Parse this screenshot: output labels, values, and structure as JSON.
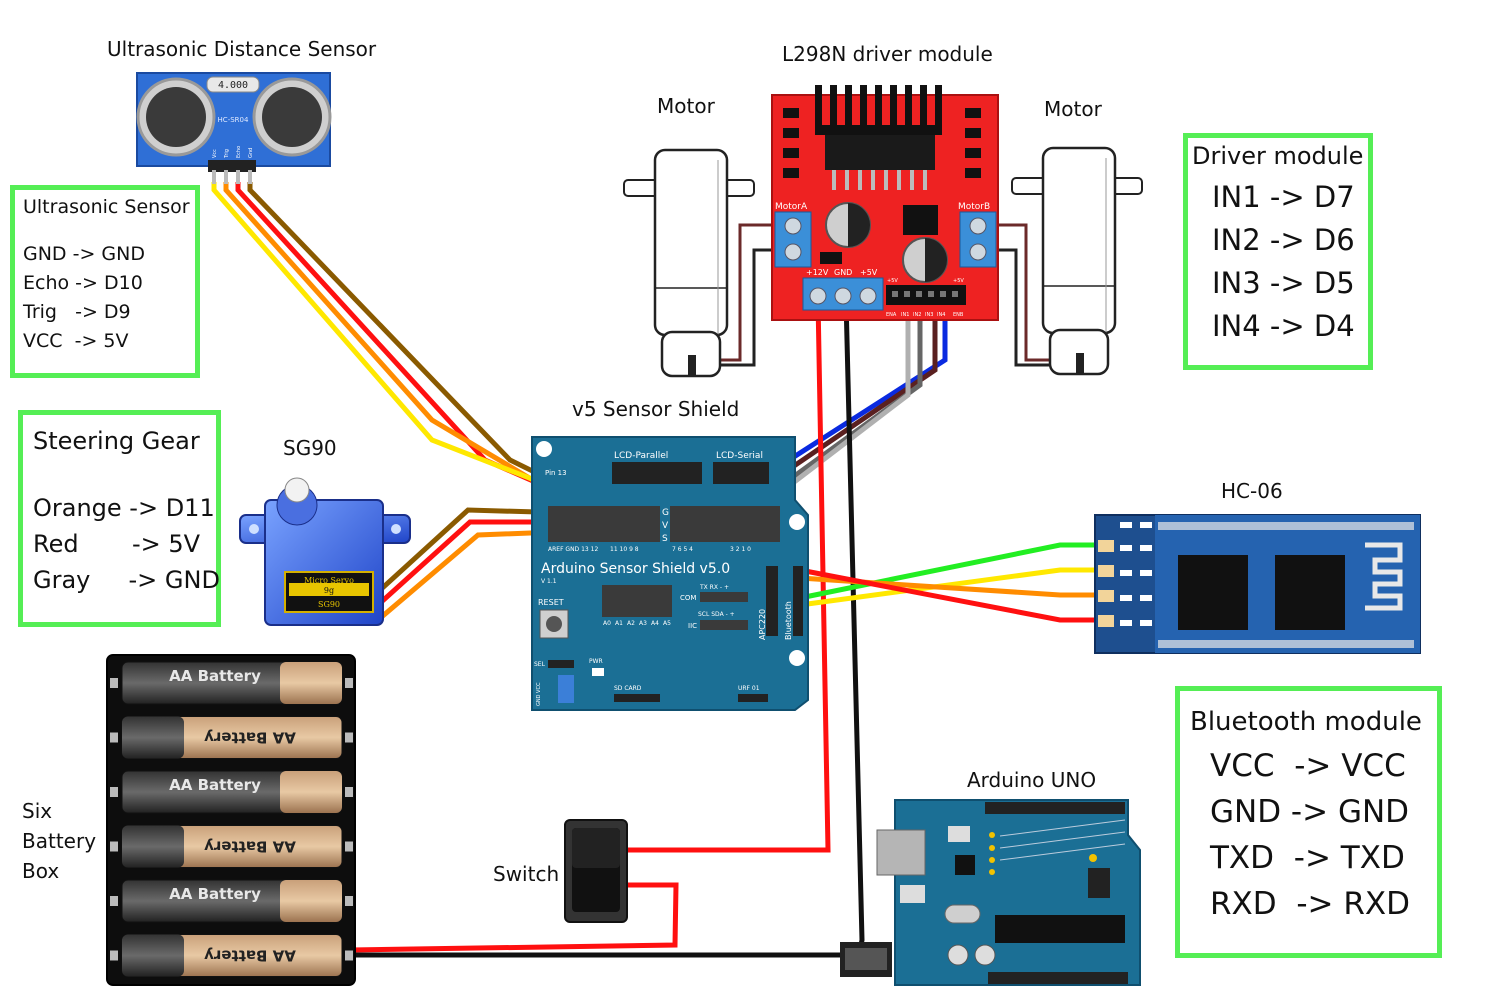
{
  "labels": {
    "ultrasonic_title": "Ultrasonic Distance Sensor",
    "l298n_title": "L298N driver module",
    "motor_left": "Motor",
    "motor_right": "Motor",
    "shield_title": "v5 Sensor Shield",
    "sg90": "SG90",
    "hc06": "HC-06",
    "arduino_uno": "Arduino UNO",
    "switch": "Switch",
    "battery_box": [
      "Six",
      "Battery",
      "Box"
    ]
  },
  "component_text": {
    "hcsr04_crystal": "4.000",
    "hcsr04_model": "HC-SR04",
    "hcsr04_pins": [
      "Vcc",
      "Trig",
      "Echo",
      "Gnd"
    ],
    "l298n_motor_a": "MotorA",
    "l298n_motor_b": "MotorB",
    "l298n_power": [
      "+12V",
      "GND",
      "+5V"
    ],
    "l298n_5v_left": "+5V",
    "l298n_5v_right": "+5V",
    "l298n_enable": [
      "ENA",
      "IN1",
      "IN2",
      "IN3",
      "IN4",
      "ENB"
    ],
    "servo_brand": "Micro Servo",
    "servo_weight": "9g",
    "servo_model": "SG90",
    "shield_name": "Arduino Sensor Shield v5.0",
    "shield_version": "V 1.1",
    "shield_lcd_parallel": "LCD-Parallel",
    "shield_lcd_serial": "LCD-Serial",
    "shield_pin13": "Pin 13",
    "shield_gvs": [
      "G",
      "V",
      "S"
    ],
    "shield_pin_row_left": "AREF GND 13  12",
    "shield_pin_row_mid": "11  10   9   8",
    "shield_pin_row_right": "7   6   5   4",
    "shield_pin_row_far": "3   2   1   0",
    "shield_analog": [
      "A0",
      "A1",
      "A2",
      "A3",
      "A4",
      "A5"
    ],
    "shield_com": "COM",
    "shield_txrx": "TX RX  -  +",
    "shield_sclsda": "SCL SDA  -  +",
    "shield_iic": "IIC",
    "shield_apc220": "APC220",
    "shield_bluetooth": "Bluetooth",
    "shield_reset": "RESET",
    "shield_pwr": "PWR",
    "shield_sel": "SEL",
    "shield_sdcard": "SD CARD",
    "shield_urf": "URF 01",
    "shield_gnd_vcc": "GND VCC",
    "battery_label": "AA Battery",
    "battery_label_flipped": "AA Battery"
  },
  "notes": {
    "ultrasonic": {
      "title": "Ultrasonic Sensor",
      "lines": [
        "GND -> GND",
        "Echo -> D10",
        "Trig   -> D9",
        "VCC  -> 5V"
      ]
    },
    "steering": {
      "title": "Steering Gear",
      "lines": [
        "Orange -> D11",
        "Red       -> 5V",
        "Gray     -> GND"
      ]
    },
    "driver": {
      "title": "Driver module",
      "lines": [
        "IN1 -> D7",
        "IN2 -> D6",
        "IN3 -> D5",
        "IN4 -> D4"
      ]
    },
    "bluetooth": {
      "title": "Bluetooth module",
      "lines": [
        "VCC  -> VCC",
        "GND -> GND",
        "TXD  -> TXD",
        "RXD  -> RXD"
      ]
    }
  },
  "colors": {
    "note_border": "#55ee55",
    "pcb_blue": "#1b6f95",
    "l298n_red": "#ee2222",
    "hc06_blue": "#1e4f8f",
    "wire_red": "#ff1010",
    "wire_black": "#111111",
    "wire_brown": "#8a5a00",
    "wire_orange": "#ff8c00",
    "wire_yellow": "#ffe800",
    "wire_green": "#22ee22",
    "wire_blue": "#0a2ae0",
    "wire_gray": "#8a8a8a"
  }
}
